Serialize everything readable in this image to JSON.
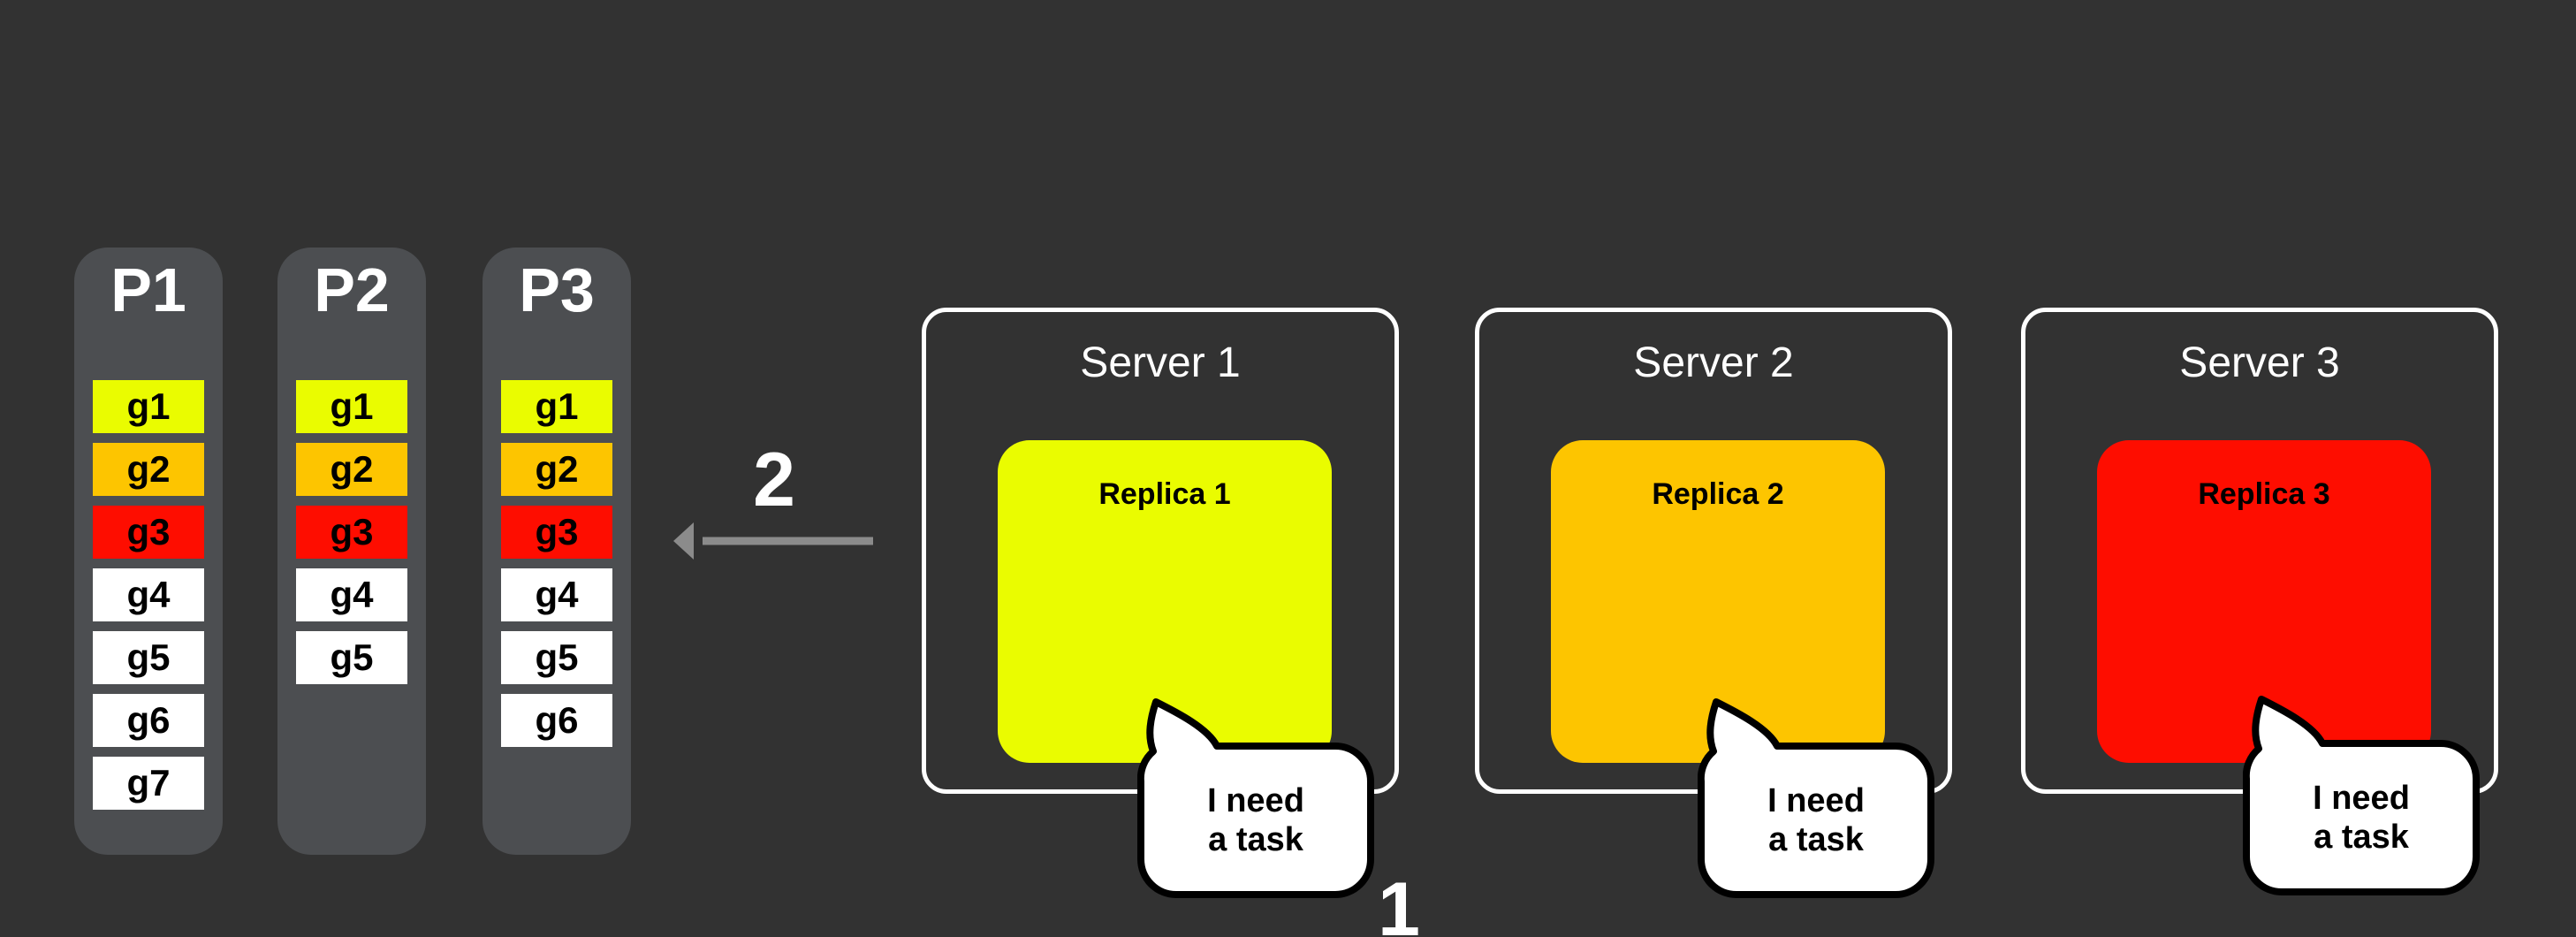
{
  "canvas": {
    "bg": "#323232"
  },
  "colors": {
    "background": "#323232",
    "column_bg": "#4c4e51",
    "task_yellow": "#eafc00",
    "task_amber": "#fdc500",
    "task_red": "#fe0d00",
    "task_white": "#ffffff",
    "outline_white": "#ffffff",
    "outline_black": "#000000",
    "arrow_gray": "#8b8b8b",
    "bubble_fill": "#ffffff",
    "text_dark": "#000000",
    "text_light": "#ffffff"
  },
  "partitions": [
    {
      "label": "P1",
      "tasks": [
        {
          "label": "g1",
          "color": "#eafc00"
        },
        {
          "label": "g2",
          "color": "#fdc500"
        },
        {
          "label": "g3",
          "color": "#fe0d00"
        },
        {
          "label": "g4",
          "color": "#ffffff"
        },
        {
          "label": "g5",
          "color": "#ffffff"
        },
        {
          "label": "g6",
          "color": "#ffffff"
        },
        {
          "label": "g7",
          "color": "#ffffff"
        }
      ]
    },
    {
      "label": "P2",
      "tasks": [
        {
          "label": "g1",
          "color": "#eafc00"
        },
        {
          "label": "g2",
          "color": "#fdc500"
        },
        {
          "label": "g3",
          "color": "#fe0d00"
        },
        {
          "label": "g4",
          "color": "#ffffff"
        },
        {
          "label": "g5",
          "color": "#ffffff"
        }
      ]
    },
    {
      "label": "P3",
      "tasks": [
        {
          "label": "g1",
          "color": "#eafc00"
        },
        {
          "label": "g2",
          "color": "#fdc500"
        },
        {
          "label": "g3",
          "color": "#fe0d00"
        },
        {
          "label": "g4",
          "color": "#ffffff"
        },
        {
          "label": "g5",
          "color": "#ffffff"
        },
        {
          "label": "g6",
          "color": "#ffffff"
        }
      ]
    }
  ],
  "servers": [
    {
      "label": "Server 1",
      "replica": {
        "label": "Replica 1",
        "color": "#eafc00"
      },
      "bubble": {
        "line1": "I need",
        "line2": "a task"
      }
    },
    {
      "label": "Server 2",
      "replica": {
        "label": "Replica 2",
        "color": "#fdc500"
      },
      "bubble": {
        "line1": "I need",
        "line2": "a task"
      }
    },
    {
      "label": "Server 3",
      "replica": {
        "label": "Replica 3",
        "color": "#fe0d00"
      },
      "bubble": {
        "line1": "I need",
        "line2": "a task"
      }
    }
  ],
  "steps": {
    "assign_step": "2",
    "request_step": "1"
  }
}
